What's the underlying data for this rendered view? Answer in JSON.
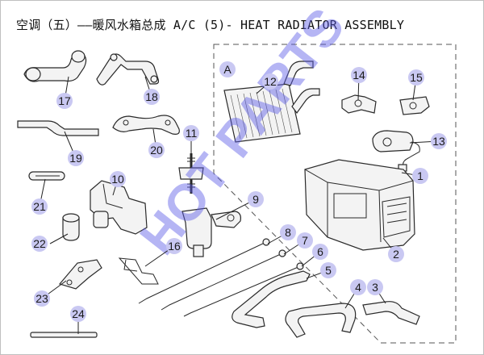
{
  "title": "空调（五）——暖风水箱总成 A/C (5)- HEAT RADIATOR ASSEMBLY",
  "group_label": "A",
  "watermark": "HOT PARTS",
  "callouts": {
    "p1": "1",
    "p2": "2",
    "p3": "3",
    "p4": "4",
    "p5": "5",
    "p6": "6",
    "p7": "7",
    "p8": "8",
    "p9": "9",
    "p10": "10",
    "p11": "11",
    "p12": "12",
    "p13": "13",
    "p14": "14",
    "p15": "15",
    "p16": "16",
    "p17": "17",
    "p18": "18",
    "p19": "19",
    "p20": "20",
    "p21": "21",
    "p22": "22",
    "p23": "23",
    "p24": "24"
  },
  "colors": {
    "callout_fill": "#c9c8f2",
    "watermark": "#5a5ae6",
    "line": "#222222"
  }
}
